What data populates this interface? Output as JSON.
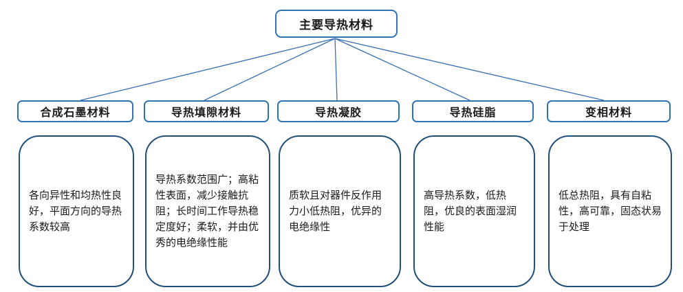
{
  "diagram": {
    "root_label": "主要导热材料",
    "branches": [
      {
        "header": "合成石墨材料",
        "description": "各向异性和均热性良好，平面方向的导热系数较高"
      },
      {
        "header": "导热填隙材料",
        "description": "导热系数范围广；高粘性表面，减少接触抗阻；长时间工作导热稳定度好；柔软，并由优秀的电绝缘性能"
      },
      {
        "header": "导热凝胶",
        "description": "质软且对器件反作用力小低热阻，优异的电绝缘性"
      },
      {
        "header": "导热硅脂",
        "description": "高导热系数，低热阻，优良的表面湿润性能"
      },
      {
        "header": "变相材料",
        "description": "低总热阻，具有自粘性，高可靠，固态状易于处理"
      }
    ]
  },
  "colors": {
    "header_border": "#2E74B5",
    "description_border": "#1F4E79",
    "connector": "#3A6FB0",
    "text": "#1A1A1A",
    "background": "#FFFFFF"
  }
}
